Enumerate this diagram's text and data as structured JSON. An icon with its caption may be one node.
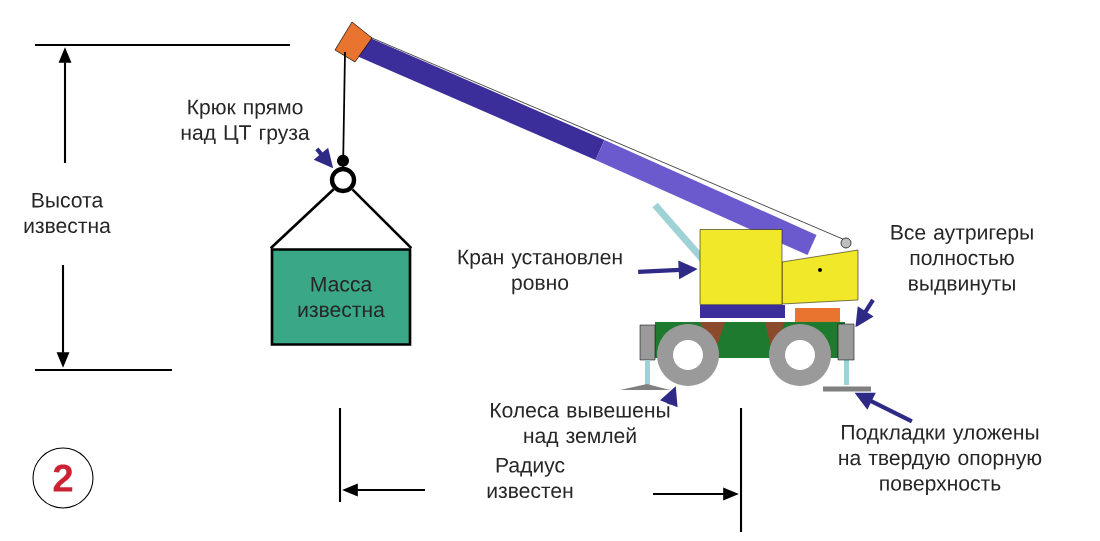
{
  "diagram": {
    "nodes": [
      {
        "text": [
          "Крюк прямо над ЦТ груза"
        ]
      },
      {
        "text": [],
        "shape": "circle"
      },
      {
        "text": [
          "Масса известна"
        ]
      },
      {
        "text": [
          "Кран установлен ровно"
        ]
      },
      {
        "text": [],
        "shape": "box"
      },
      {
        "text": [
          "Все аутригеры полностью выдвинуты"
        ]
      },
      {
        "text": [],
        "shape": "box"
      },
      {
        "text": [
          "Колеса вывешены над землей"
        ]
      },
      {
        "text": [],
        "shape": "circle"
      },
      {
        "text": [
          "Подкладки уложены на твердую опорную поверхность"
        ]
      },
      {
        "text": [],
        "shape": "bar"
      },
      {
        "text": [
          "2"
        ]
      }
    ],
    "edges": [
      {
        "from": 0,
        "to": 1,
        "arrow": "to"
      },
      {
        "from": 3,
        "to": 4,
        "arrow": "to"
      },
      {
        "from": 5,
        "to": 6,
        "arrow": "to"
      },
      {
        "from": 7,
        "to": 8,
        "arrow": "to"
      },
      {
        "from": 9,
        "to": 10,
        "arrow": "to"
      },
      {
        "from": 1,
        "to": 2,
        "arrow": "none",
        "color": "#000000"
      },
      {
        "from": 1,
        "to": 2,
        "arrow": "none",
        "color": "#000000"
      }
    ],
    "labels": [
      "Высота известна",
      "Радиус известен"
    ]
  }
}
